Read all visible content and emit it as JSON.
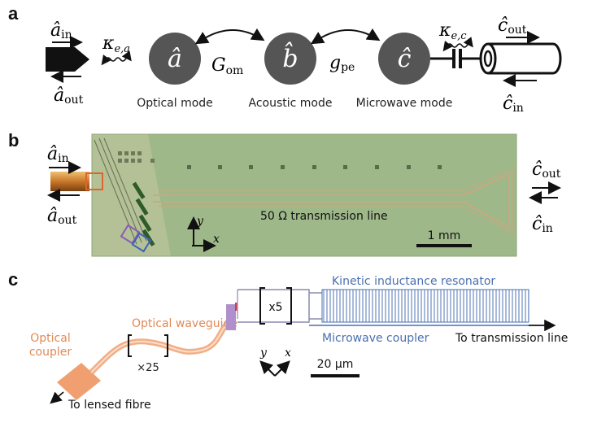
{
  "panel_a": {
    "letter": "a",
    "a_in": "â",
    "a_in_sub": "in",
    "a_out": "â",
    "a_out_sub": "out",
    "kappa_a": "κ",
    "kappa_a_sub": "e,a",
    "mode_a_symbol": "â",
    "mode_b_symbol": "b̂",
    "mode_c_symbol": "ĉ",
    "G_om": "G",
    "G_om_sub": "om",
    "g_pe": "g",
    "g_pe_sub": "pe",
    "kappa_c": "κ",
    "kappa_c_sub": "e,c",
    "c_out": "ĉ",
    "c_out_sub": "out",
    "c_in": "ĉ",
    "c_in_sub": "in",
    "optical_mode_label": "Optical mode",
    "acoustic_mode_label": "Acoustic mode",
    "microwave_mode_label": "Microwave mode"
  },
  "panel_b": {
    "letter": "b",
    "a_in": "â",
    "a_in_sub": "in",
    "a_out": "â",
    "a_out_sub": "out",
    "c_out": "ĉ",
    "c_out_sub": "out",
    "c_in": "ĉ",
    "c_in_sub": "in",
    "transmission_line_label": "50 Ω transmission line",
    "axis_y": "y",
    "axis_x": "x",
    "scale_label": "1 mm",
    "colors": {
      "chip": "#9fb88a",
      "orange_box": "#e0642a",
      "purple_box": "#8a5bb5",
      "blue_box": "#3e62b8"
    }
  },
  "panel_c": {
    "letter": "c",
    "optical_coupler": [
      "Optical",
      "coupler"
    ],
    "optical_waveguide": "Optical waveguide",
    "repeat_waveguide": "×25",
    "repeat_resonator": "x5",
    "kinetic_label": "Kinetic inductance resonator",
    "microwave_coupler": "Microwave coupler",
    "to_transmission": "To transmission line",
    "to_fibre": "To lensed fibre",
    "axis_y": "y",
    "axis_x": "x",
    "scale_label": "20 μm",
    "colors": {
      "optical": "#f0a070",
      "resonator": "#4a6fb0",
      "device": "#b090cc",
      "mirror": "#d83a3a"
    }
  }
}
